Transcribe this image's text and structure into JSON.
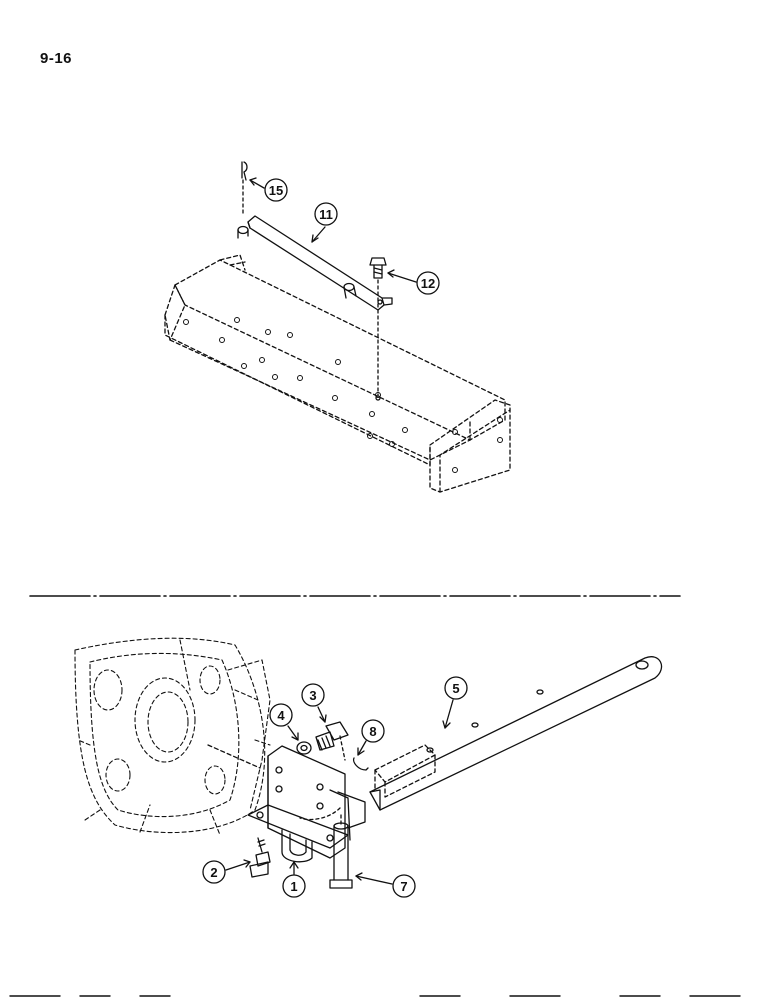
{
  "page": {
    "number": "9-16"
  },
  "diagram": {
    "callouts": [
      {
        "id": "c15",
        "label": "15"
      },
      {
        "id": "c11",
        "label": "11"
      },
      {
        "id": "c12",
        "label": "12"
      },
      {
        "id": "c5",
        "label": "5"
      },
      {
        "id": "c3",
        "label": "3"
      },
      {
        "id": "c4",
        "label": "4"
      },
      {
        "id": "c8",
        "label": "8"
      },
      {
        "id": "c2",
        "label": "2"
      },
      {
        "id": "c1",
        "label": "1"
      },
      {
        "id": "c7",
        "label": "7"
      }
    ]
  },
  "colors": {
    "ink": "#111111",
    "paper": "#ffffff"
  }
}
